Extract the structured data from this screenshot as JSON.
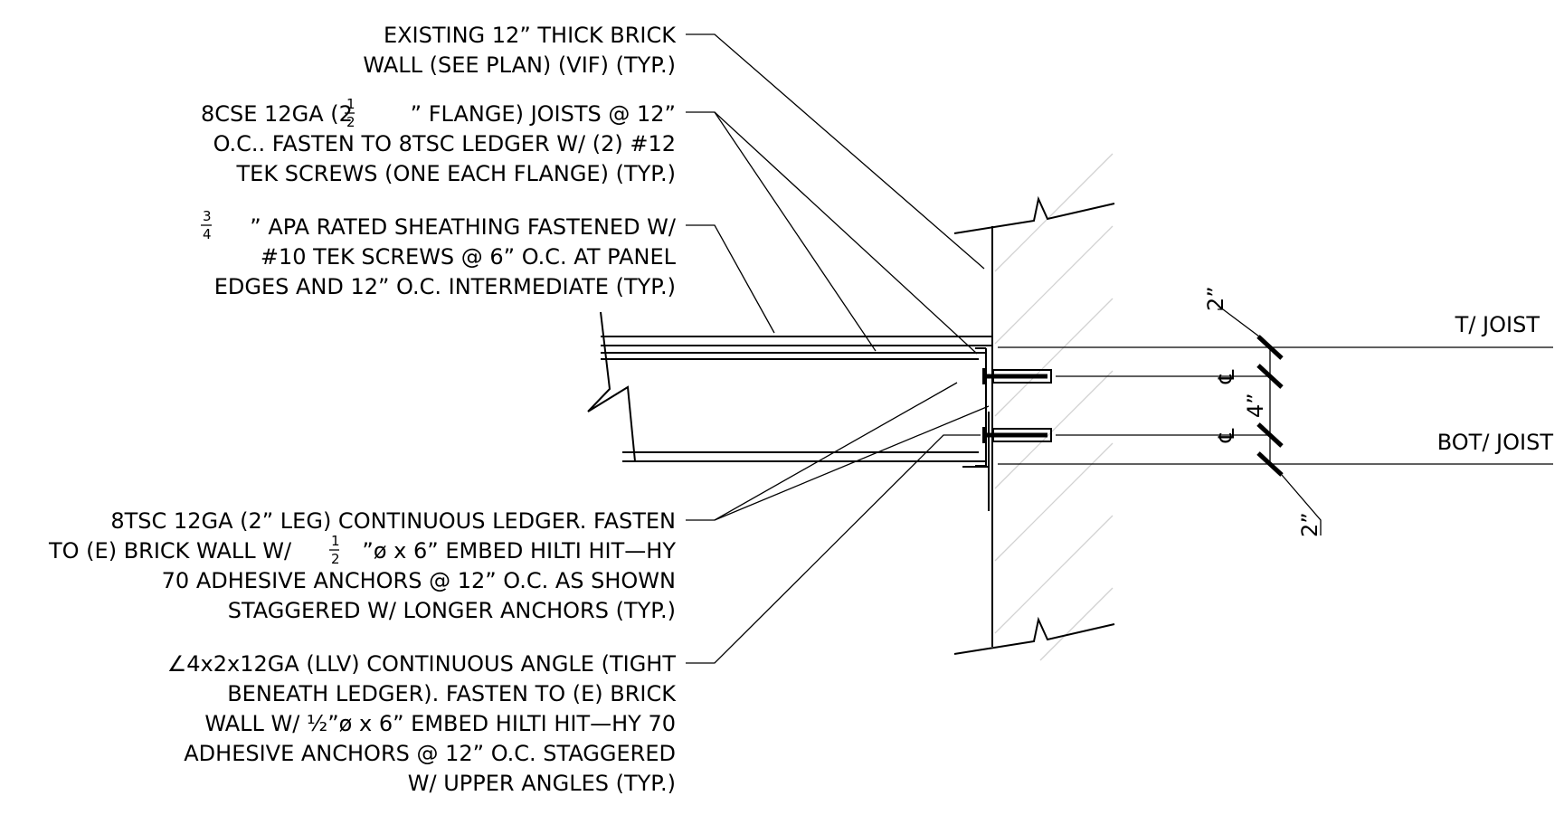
{
  "notes": {
    "wall": {
      "lines": [
        "EXISTING 12” THICK BRICK",
        "WALL (SEE PLAN) (VIF) (TYP.)"
      ]
    },
    "joists": {
      "l1_a": "8CSE 12GA (2 ",
      "l1_num": "1",
      "l1_den": "2",
      "l1_b": "” FLANGE) JOISTS @ 12”",
      "lines": [
        "O.C.. FASTEN TO 8TSC LEDGER W/ (2) #12",
        "TEK SCREWS (ONE EACH FLANGE) (TYP.)"
      ]
    },
    "sheathing": {
      "l1_num": "3",
      "l1_den": "4",
      "l1_b": "” APA RATED SHEATHING FASTENED W/",
      "lines": [
        "#10 TEK SCREWS @ 6” O.C. AT PANEL",
        "EDGES AND 12” O.C. INTERMEDIATE (TYP.)"
      ]
    },
    "ledger": {
      "l1": "8TSC 12GA (2” LEG) CONTINUOUS LEDGER. FASTEN",
      "l2_a": "TO (E) BRICK WALL W/ ",
      "l2_num": "1",
      "l2_den": "2",
      "l2_b": "”ø x 6” EMBED HILTI HIT—HY",
      "lines": [
        "70 ADHESIVE ANCHORS @ 12” O.C. AS SHOWN",
        "STAGGERED W/ LONGER ANCHORS (TYP.)"
      ]
    },
    "angle": {
      "l1": "∠4x2x12GA (LLV) CONTINUOUS ANGLE (TIGHT",
      "l2": "BENEATH LEDGER). FASTEN TO (E) BRICK",
      "l3_a": "WALL W/ ",
      "l3_frac": "½",
      "l3_b": "”ø x 6” EMBED HILTI HIT—HY 70",
      "lines": [
        "ADHESIVE ANCHORS @ 12” O.C. STAGGERED",
        "W/ UPPER ANGLES (TYP.)"
      ]
    }
  },
  "levels": {
    "top": "T/ JOIST",
    "bottom": "BOT/ JOIST"
  },
  "dimensions": {
    "top_offset": "2”",
    "spacing": "4”",
    "bottom_offset": "2”",
    "centerline_symbol": "℄"
  }
}
